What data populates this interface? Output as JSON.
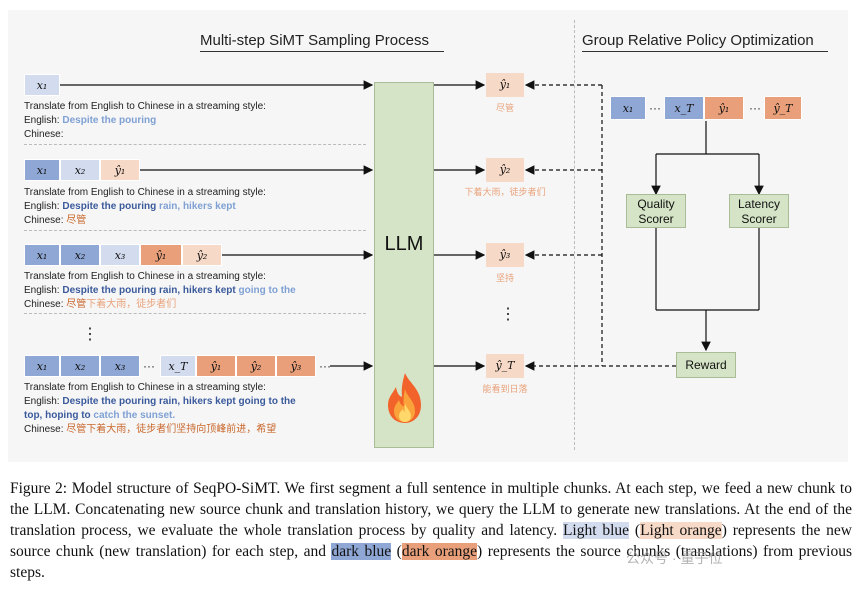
{
  "titles": {
    "left": "Multi-step SiMT Sampling Process",
    "right": "Group Relative Policy Optimization"
  },
  "instruction": "Translate from English to Chinese in a streaming style:",
  "english_label": "English:",
  "chinese_label": "Chinese:",
  "rows": [
    {
      "en_dark": "",
      "en_light": "Despite the pouring",
      "zh_dark": "",
      "zh_light": ""
    },
    {
      "en_dark": "Despite the pouring",
      "en_light": "rain, hikers kept",
      "zh_dark": "",
      "zh_light": "尽管"
    },
    {
      "en_dark": "Despite the pouring rain, hikers kept",
      "en_light": "going to the",
      "zh_dark": "尽管",
      "zh_light": "下着大雨，徒步者们"
    },
    {
      "en_dark_1": "Despite the pouring rain, hikers kept going to the",
      "en_dark_2": "top, hoping to",
      "en_light": "catch the sunset.",
      "zh_dark": "尽管下着大雨，徒步者们坚持向顶峰前进，希望"
    }
  ],
  "tokens": {
    "x1": "x₁",
    "x2": "x₂",
    "x3": "x₃",
    "xT": "x_T",
    "y1": "ŷ₁",
    "y2": "ŷ₂",
    "y3": "ŷ₃",
    "yT": "ŷ_T",
    "ellipsis": "···",
    "vdots": "⋮"
  },
  "llm_label": "LLM",
  "outputs": [
    {
      "label": "ŷ₁",
      "zh": "尽管"
    },
    {
      "label": "ŷ₂",
      "zh": "下着大雨，徒步者们"
    },
    {
      "label": "ŷ₃",
      "zh": "坚持"
    },
    {
      "label": "ŷ_T",
      "zh": "能看到日落"
    }
  ],
  "grpo": {
    "seq": [
      "x₁",
      "···",
      "x_T",
      "ŷ₁",
      "···",
      "ŷ_T"
    ],
    "quality": [
      "Quality",
      "Scorer"
    ],
    "latency": [
      "Latency",
      "Scorer"
    ],
    "reward": "Reward"
  },
  "caption": {
    "p1": "Figure 2: Model structure of SeqPO-SiMT. We first segment a full sentence in multiple chunks. At each step, we feed a new chunk to the LLM. Concatenating new source chunk and translation history, we query the LLM to generate new translations. At the end of the translation process, we evaluate the whole translation process by quality and latency.",
    "light_blue": "Light blue",
    "light_orange": "Light orange",
    "p2": "represents the new source chunk (new translation) for each step, and",
    "dark_blue": "dark blue",
    "dark_orange": "dark orange",
    "p3": "represents the source chunks (translations) from previous steps."
  },
  "watermark": "公众号 · 量子位",
  "colors": {
    "dark_blue": "#8fa7d4",
    "light_blue": "#d3dcef",
    "dark_orange": "#e9a07a",
    "light_orange": "#f6d9c6",
    "llm_green": "#d5e4c6"
  }
}
